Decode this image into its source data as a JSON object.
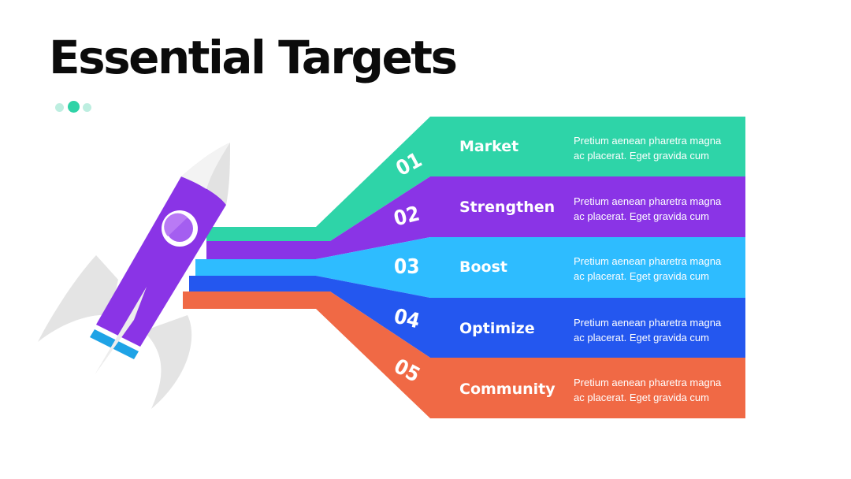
{
  "slide": {
    "title": "Essential Targets"
  },
  "colors": {
    "green": "#2ed4a8",
    "purple": "#8a34e6",
    "sky": "#2ebcff",
    "blue": "#2457ef",
    "orange": "#f06945",
    "rocket_body": "#8a34e6",
    "rocket_gray": "#e6e6e6"
  },
  "steps": [
    {
      "number": "01",
      "label": "Market",
      "description": "Pretium aenean pharetra magna ac placerat. Eget gravida cum",
      "color": "#2ed4a8"
    },
    {
      "number": "02",
      "label": "Strengthen",
      "description": "Pretium aenean pharetra magna ac placerat. Eget gravida cum",
      "color": "#8a34e6"
    },
    {
      "number": "03",
      "label": "Boost",
      "description": "Pretium aenean pharetra magna ac placerat. Eget gravida cum",
      "color": "#2ebcff"
    },
    {
      "number": "04",
      "label": "Optimize",
      "description": "Pretium aenean pharetra magna ac placerat. Eget gravida cum",
      "color": "#2457ef"
    },
    {
      "number": "05",
      "label": "Community",
      "description": "Pretium aenean pharetra magna ac placerat. Eget gravida cum",
      "color": "#f06945"
    }
  ]
}
